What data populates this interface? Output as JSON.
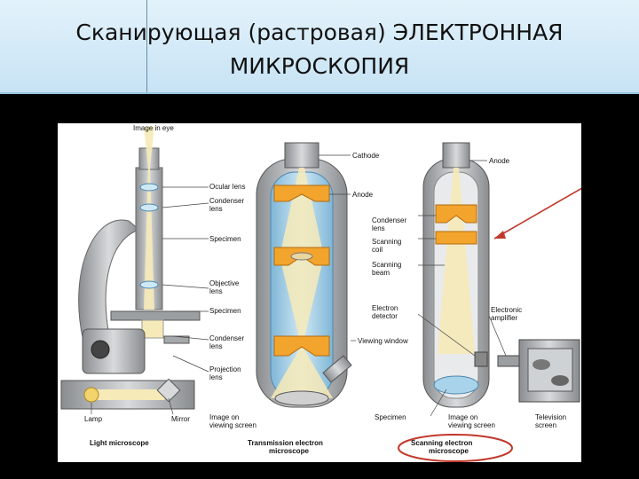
{
  "slide": {
    "title_line1": "Сканирующая (растровая) ЭЛЕКТРОННАЯ",
    "title_line2": "МИКРОСКОПИЯ"
  },
  "labels": {
    "image_in_eye": "Image in eye",
    "ocular_lens": "Ocular lens",
    "condenser_lens_a": "Condenser",
    "condenser_lens_b": "lens",
    "specimen_1": "Specimen",
    "objective_lens_a": "Objective",
    "objective_lens_b": "lens",
    "specimen_2": "Specimen",
    "condenser2_a": "Condenser",
    "condenser2_b": "lens",
    "projection_a": "Projection",
    "projection_b": "lens",
    "lamp": "Lamp",
    "mirror": "Mirror",
    "image_on_screen_a": "Image on",
    "image_on_screen_b": "viewing screen",
    "light_microscope": "Light microscope",
    "tem_a": "Transmission electron",
    "tem_b": "microscope",
    "cathode": "Cathode",
    "anode_tem": "Anode",
    "viewing_window": "Viewing window",
    "anode_sem": "Anode",
    "sem_condenser_a": "Condenser",
    "sem_condenser_b": "lens",
    "scanning_coil_a": "Scanning",
    "scanning_coil_b": "coil",
    "scanning_beam_a": "Scanning",
    "scanning_beam_b": "beam",
    "electron_detector_a": "Electron",
    "electron_detector_b": "detector",
    "electronic_amplifier_a": "Electronic",
    "electronic_amplifier_b": "amplifier",
    "specimen_3": "Specimen",
    "image_on_screen2_a": "Image on",
    "image_on_screen2_b": "viewing screen",
    "television_a": "Television",
    "television_b": "screen",
    "sem_a": "Scanning electron",
    "sem_b": "microscope"
  },
  "colors": {
    "lens_orange": "#f3a42c",
    "column_blue": "#a9d3ea",
    "column_grey": "#b9bcbf",
    "beam_cream": "#f6eab8",
    "annotation_red": "#c0392b"
  }
}
